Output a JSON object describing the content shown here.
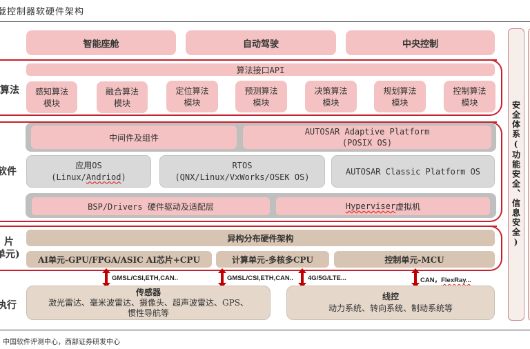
{
  "title": "载控制器软硬件架构",
  "colors": {
    "accent_red": "#c8202a",
    "pink_block": "#f4c2c2",
    "gray_block": "#d9d9d9",
    "gray_band": "#bfbfbf",
    "tan_block": "#d8c4b2",
    "tan_light": "#e5d8cb",
    "arrow": "#c00000"
  },
  "applications": [
    "智能座舱",
    "自动驾驶",
    "中央控制"
  ],
  "algorithm_layer": {
    "side_label": "算法",
    "api_label": "算法接口API",
    "modules": [
      {
        "line1": "感知算法",
        "line2": "模块"
      },
      {
        "line1": "融合算法",
        "line2": "模块"
      },
      {
        "line1": "定位算法",
        "line2": "模块"
      },
      {
        "line1": "预测算法",
        "line2": "模块"
      },
      {
        "line1": "决策算法",
        "line2": "模块"
      },
      {
        "line1": "规划算法",
        "line2": "模块"
      },
      {
        "line1": "控制算法",
        "line2": "模块"
      }
    ]
  },
  "software_layer": {
    "side_label": "软件",
    "middleware": "中间件及组件",
    "autosar_adaptive": {
      "line1": "AUTOSAR Adaptive Platform",
      "line2": "(POSIX OS)"
    },
    "app_os": {
      "line1": "应用OS",
      "line2_prefix": "(Linux/",
      "line2_squiggle": "Andriod",
      "line2_suffix": ")"
    },
    "rtos": {
      "line1": "RTOS",
      "line2": "(QNX/Linux/VxWorks/OSEK OS)"
    },
    "autosar_classic": "AUTOSAR Classic Platform OS",
    "bsp": "BSP/Drivers 硬件驱动及适配层",
    "hypervisor": {
      "squiggle": "Hyperviser",
      "suffix": " 虚拟机"
    }
  },
  "hardware_layer": {
    "side_label_line1": "片",
    "side_label_line2": "单元)",
    "arch_label": "异构分布硬件架构",
    "units": [
      "AI单元-GPU/FPGA/ASIC AI芯片+CPU",
      "计算单元-多核多CPU",
      "控制单元-MCU"
    ]
  },
  "links": [
    "GMSL/CSI,ETH,CAN..",
    "GMSL/CSI,ETH,CAN..",
    "4G/5G/LTE...",
    {
      "prefix": "CAN，",
      "squiggle": "FlexRay..."
    }
  ],
  "execution_layer": {
    "side_label": "执行",
    "sensors": {
      "title": "传感器",
      "line1": "激光雷达、毫米波雷达、摄像头、超声波雷达、GPS、",
      "line2": "惯性导航等"
    },
    "by_wire": {
      "title": "线控",
      "line1": "动力系统、转向系统、制动系统等"
    }
  },
  "security_column": "安全体系(功能安全、信息安全)",
  "source": "中国软件评测中心，西部证券研发中心"
}
